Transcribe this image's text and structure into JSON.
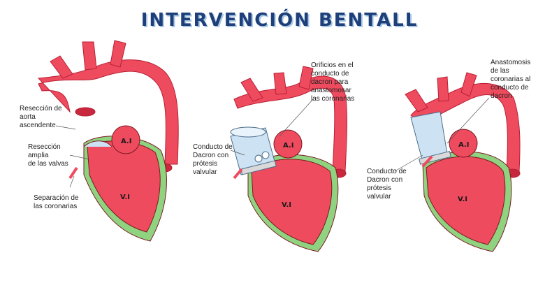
{
  "title": "INTERVENCIÓN BENTALL",
  "colors": {
    "vessel": "#ef4b5f",
    "vessel_dark": "#c8283d",
    "myocardium_outer": "#8fd27f",
    "graft": "#cde3f3",
    "title": "#1f3f7a"
  },
  "panels": [
    {
      "labels": {
        "aorta_resection": "Resección de\naorta\nascendente",
        "valve_resection": "Resección\namplia\nde las valvas",
        "coronary_separation": "Separación de\nlas coronarias"
      },
      "chambers": {
        "atrium": "A.I",
        "ventricle": "V.I"
      }
    },
    {
      "labels": {
        "orifices": "Orificios en el\nconducto de\ndacron para\nanastomosar\nlas coronarias",
        "conduit": "Conducto de\nDacron con\nprótesis\nvalvular"
      },
      "chambers": {
        "atrium": "A.I",
        "ventricle": "V.I"
      }
    },
    {
      "labels": {
        "anastomosis": "Anastomosis\nde las\ncoronarias al\nconducto de\ndacron",
        "conduit": "Conducto de\nDacron con\nprótesis\nvalvular"
      },
      "chambers": {
        "atrium": "A.I",
        "ventricle": "V.I"
      }
    }
  ]
}
